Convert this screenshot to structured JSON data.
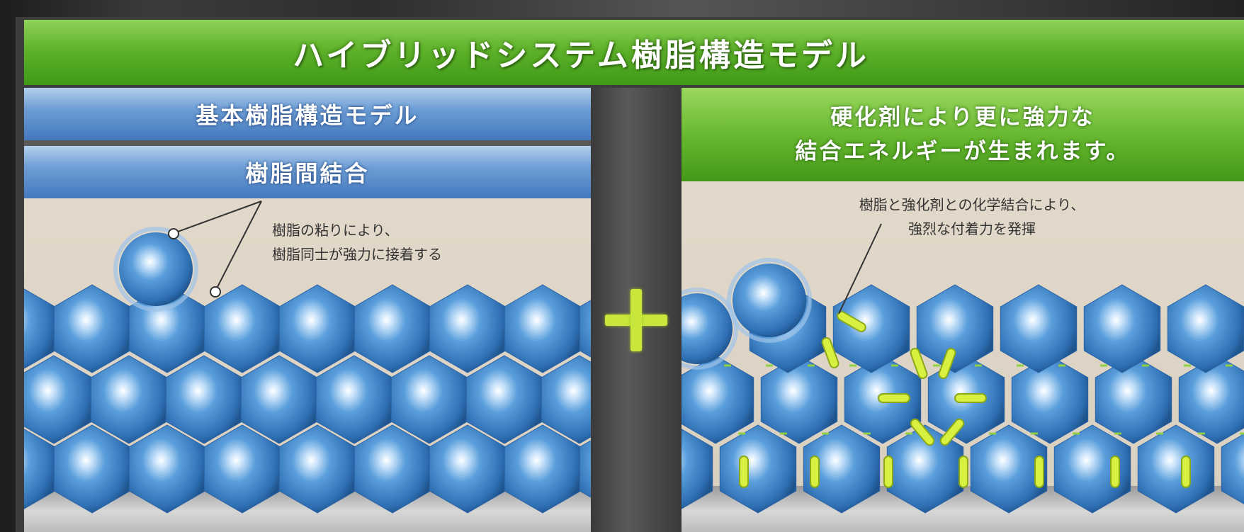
{
  "title": "ハイブリッドシステム樹脂構造モデル",
  "left_panel": {
    "heading": "基本樹脂構造モデル",
    "subheading": "樹脂間結合",
    "annotation_line1": "樹脂の粘りにより、",
    "annotation_line2": "樹脂同士が強力に接着する"
  },
  "right_panel": {
    "heading_line1": "硬化剤により更に強力な",
    "heading_line2": "結合エネルギーが生まれます。",
    "annotation_line1": "樹脂と強化剤との化学結合により、",
    "annotation_line2": "強烈な付着力を発揮"
  },
  "colors": {
    "title_green": "#5fb32a",
    "sphere_blue": "#4a8fd0",
    "band_blue": "#6e9fd6",
    "bond_yellow": "#d8f040",
    "plus_green": "#c8e63c"
  },
  "icons": {
    "plus": "plus-icon"
  }
}
